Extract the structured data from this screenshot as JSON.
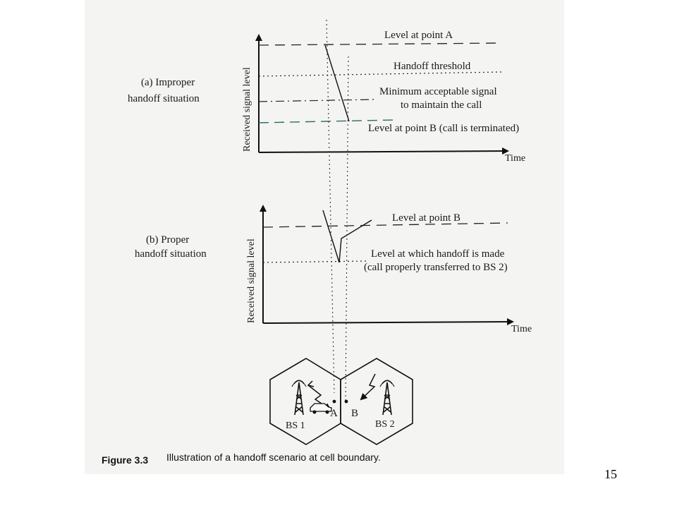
{
  "panel_a": {
    "side_label_line1": "(a) Improper",
    "side_label_line2": "handoff situation",
    "y_axis": "Received signal level",
    "x_axis": "Time",
    "level_a": "Level at point A",
    "handoff_threshold": "Handoff threshold",
    "min_signal_line1": "Minimum acceptable signal",
    "min_signal_line2": "to maintain the call",
    "level_b": "Level at point B (call is terminated)"
  },
  "panel_b": {
    "side_label_line1": "(b) Proper",
    "side_label_line2": "handoff situation",
    "y_axis": "Received signal level",
    "x_axis": "Time",
    "level_b": "Level at point B",
    "handoff_level_line1": "Level at which handoff is made",
    "handoff_level_line2": "(call properly transferred to BS 2)"
  },
  "cells": {
    "bs1": "BS 1",
    "bs2": "BS 2",
    "point_a": "A",
    "point_b": "B"
  },
  "caption": {
    "figure_number": "Figure 3.3",
    "text": "Illustration of a handoff scenario at cell boundary."
  },
  "slide_number": "15"
}
